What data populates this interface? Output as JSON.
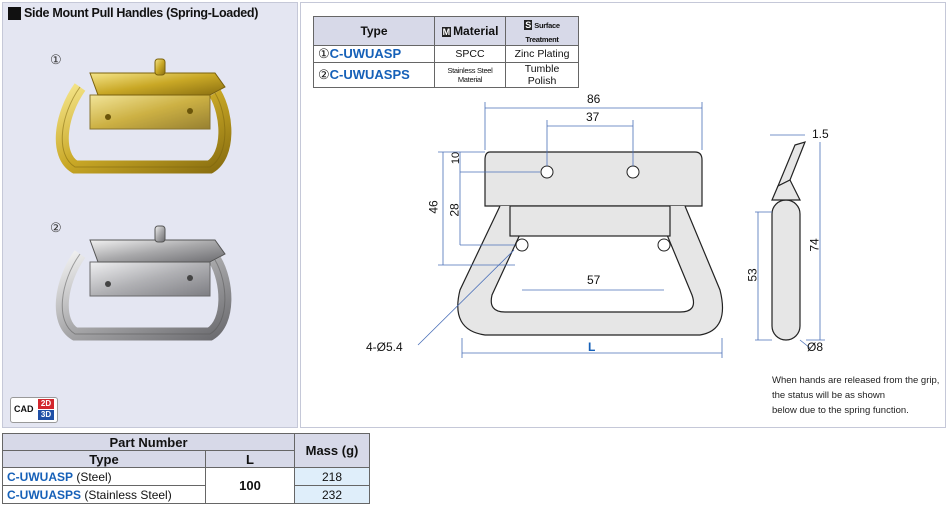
{
  "photo_panel": {
    "title": "Side Mount Pull Handles (Spring-Loaded)",
    "item1_marker": "①",
    "item2_marker": "②",
    "cad_badge": {
      "label": "CAD",
      "badge_2d": "2D",
      "badge_3d": "3D"
    }
  },
  "spec_table": {
    "headers": {
      "type": "Type",
      "material_letter": "M",
      "material": "Material",
      "treatment_letter": "S",
      "treatment": "Surface Treatment"
    },
    "rows": [
      {
        "marker": "①",
        "type": "C-UWUASP",
        "material": "SPCC",
        "treatment": "Zinc Plating"
      },
      {
        "marker": "②",
        "type": "C-UWUASPS",
        "material": "Stainless Steel Material",
        "treatment": "Tumble Polish"
      }
    ]
  },
  "drawing": {
    "dim_86": "86",
    "dim_37": "37",
    "dim_10": "10",
    "dim_46": "46",
    "dim_28": "28",
    "dim_57": "57",
    "dim_L": "L",
    "hole_callout": "4-Ø5.4",
    "dim_1_5": "1.5",
    "dim_74": "74",
    "dim_53": "53",
    "dim_d8": "Ø8"
  },
  "note": {
    "line1": "When hands are released from the grip,",
    "line2": "the status will be as shown",
    "line3": "below due to the spring function."
  },
  "part_table": {
    "header_part_number": "Part Number",
    "header_type": "Type",
    "header_L": "L",
    "header_mass": "Mass (g)",
    "rows": [
      {
        "type": "C-UWUASP",
        "material": " (Steel)",
        "mass": "218"
      },
      {
        "type": "C-UWUASPS",
        "material": " (Stainless Steel)",
        "mass": "232"
      }
    ],
    "L_value": "100"
  },
  "colors": {
    "part_number_blue": "#1560b8",
    "header_bg": "#d7d9e8",
    "panel_bg": "#e4e6f2",
    "dim_line": "#4a6fb8"
  }
}
